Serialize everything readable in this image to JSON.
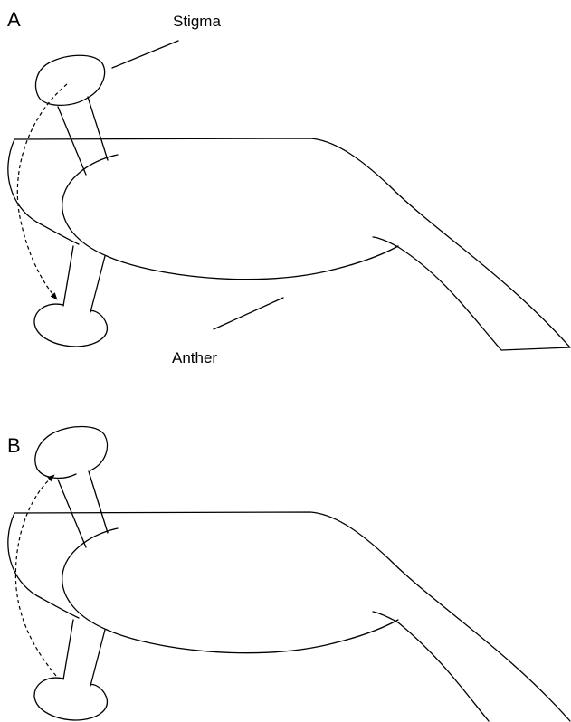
{
  "figure": {
    "panels": [
      {
        "id": "A",
        "label": "A",
        "labels": {
          "stigma": "Stigma",
          "anther": "Anther"
        },
        "movement": "stigma moves from upper position to lower position"
      },
      {
        "id": "B",
        "label": "B",
        "movement": "stigma moves from lower position to upper position"
      }
    ]
  }
}
